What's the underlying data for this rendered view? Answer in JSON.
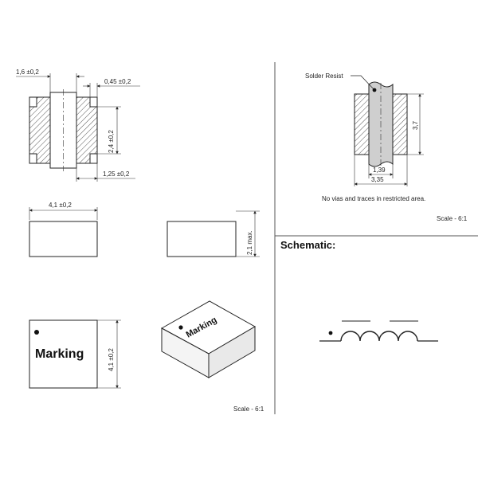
{
  "top_view": {
    "dim_terminal_width": "1,6 ±0,2",
    "dim_gap": "0,45 ±0,2",
    "dim_terminal_height": "2,4 ±0,2",
    "dim_pad": "1,25 ±0,2"
  },
  "side_view": {
    "dim_length": "4,1 ±0,2",
    "dim_height": "2,1 max."
  },
  "marking_view": {
    "marking_text": "Marking",
    "dim_width": "4,1 ±0,2"
  },
  "iso_view": {
    "marking_text": "Marking"
  },
  "left_scale": "Scale - 6:1",
  "land_pattern": {
    "solder_resist_label": "Solder Resist",
    "dim_height": "3,7",
    "dim_inner": "1,39",
    "dim_outer": "3,35",
    "note": "No vias and traces in restricted area.",
    "scale": "Scale - 6:1"
  },
  "schematic": {
    "heading": "Schematic:"
  }
}
